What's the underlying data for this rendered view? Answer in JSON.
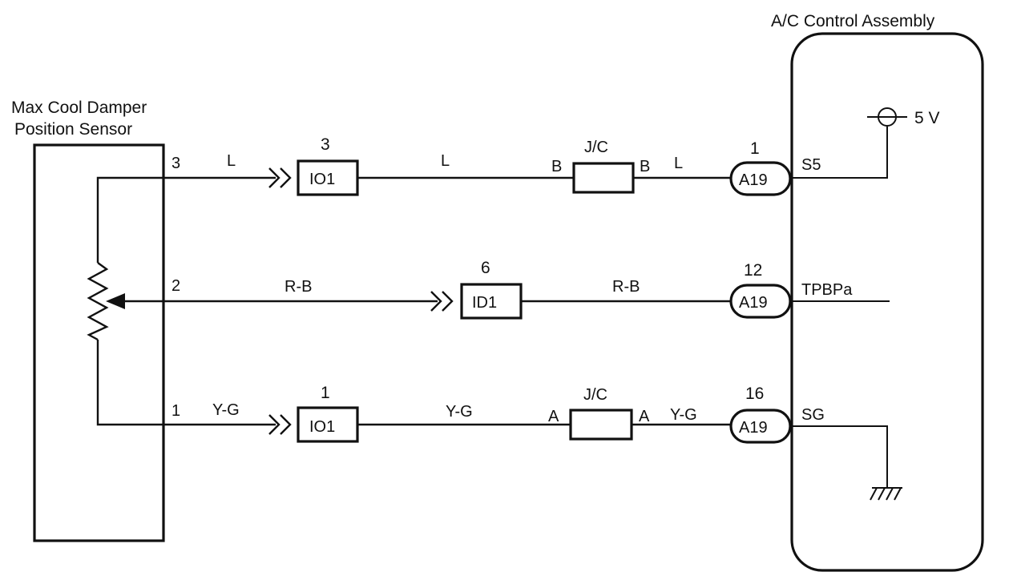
{
  "sensor": {
    "title_line1": "Max Cool Damper",
    "title_line2": "Position Sensor",
    "pins": [
      "3",
      "2",
      "1"
    ]
  },
  "ecu": {
    "title": "A/C Control Assembly",
    "supply": "5 V",
    "terminals": [
      "S5",
      "TPBPa",
      "SG"
    ]
  },
  "wires": {
    "top": {
      "color_a": "L",
      "conn_pin": "3",
      "conn_id": "IO1",
      "color_b": "L",
      "jc_label": "J/C",
      "jc_left": "B",
      "jc_right": "B",
      "color_c": "L",
      "ecu_pin": "1",
      "ecu_conn": "A19"
    },
    "mid": {
      "color_a": "R-B",
      "conn_pin": "6",
      "conn_id": "ID1",
      "color_b": "R-B",
      "ecu_pin": "12",
      "ecu_conn": "A19"
    },
    "bot": {
      "color_a": "Y-G",
      "conn_pin": "1",
      "conn_id": "IO1",
      "color_b": "Y-G",
      "jc_label": "J/C",
      "jc_left": "A",
      "jc_right": "A",
      "color_c": "Y-G",
      "ecu_pin": "16",
      "ecu_conn": "A19"
    }
  }
}
